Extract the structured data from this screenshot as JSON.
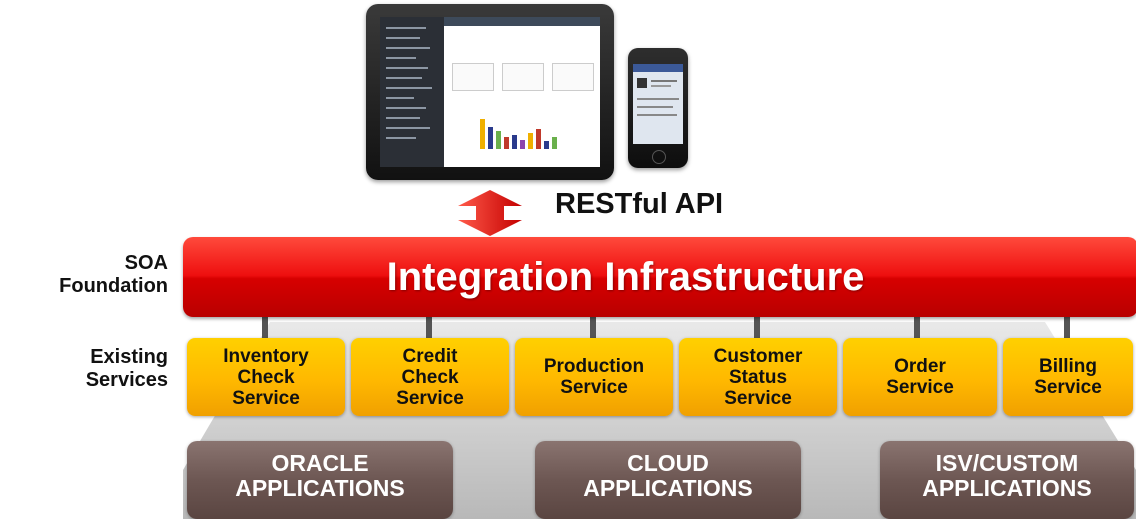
{
  "api": {
    "label": "RESTful API"
  },
  "rows": {
    "soa": "SOA\nFoundation",
    "existing": "Existing\nServices"
  },
  "integration": {
    "title": "Integration Infrastructure"
  },
  "services": [
    {
      "label": "Inventory\nCheck\nService"
    },
    {
      "label": "Credit\nCheck\nService"
    },
    {
      "label": "Production\nService"
    },
    {
      "label": "Customer\nStatus\nService"
    },
    {
      "label": "Order\nService"
    },
    {
      "label": "Billing\nService"
    }
  ],
  "applications": [
    {
      "label": "ORACLE\nAPPLICATIONS"
    },
    {
      "label": "CLOUD\nAPPLICATIONS"
    },
    {
      "label": "ISV/CUSTOM\nAPPLICATIONS"
    }
  ],
  "colors": {
    "integration_bar": "#e00000",
    "service_box": "#ffb800",
    "application_box": "#6d5753",
    "api_arrow": "#e21a1a"
  },
  "icons": {
    "tablet": "tablet-device-icon",
    "phone": "smartphone-device-icon",
    "arrow": "double-arrow-icon"
  }
}
